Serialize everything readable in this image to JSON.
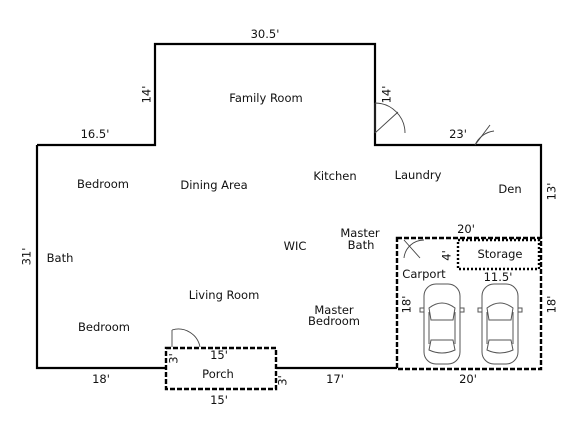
{
  "rooms": {
    "family_room": "Family Room",
    "bedroom_1": "Bedroom",
    "dining_area": "Dining Area",
    "kitchen": "Kitchen",
    "laundry": "Laundry",
    "den": "Den",
    "master_bath_1": "Master",
    "master_bath_2": "Bath",
    "wic": "WIC",
    "bath": "Bath",
    "living_room": "Living Room",
    "bedroom_2": "Bedroom",
    "master_bedroom_1": "Master",
    "master_bedroom_2": "Bedroom",
    "carport": "Carport",
    "storage": "Storage",
    "porch": "Porch"
  },
  "dimensions": {
    "top": "30.5'",
    "family_left": "14'",
    "family_right": "14'",
    "upper_left": "16.5'",
    "upper_right": "23'",
    "right_side": "13'",
    "left_side": "31'",
    "bottom_left": "18'",
    "bottom_mid": "17'",
    "carport_bottom": "20'",
    "carport_top": "20'",
    "carport_left": "18'",
    "carport_right": "18'",
    "storage_width": "11.5'",
    "storage_depth": "4'",
    "porch_top": "15'",
    "porch_bottom": "15'",
    "porch_left": "3'",
    "porch_right": "3'"
  }
}
